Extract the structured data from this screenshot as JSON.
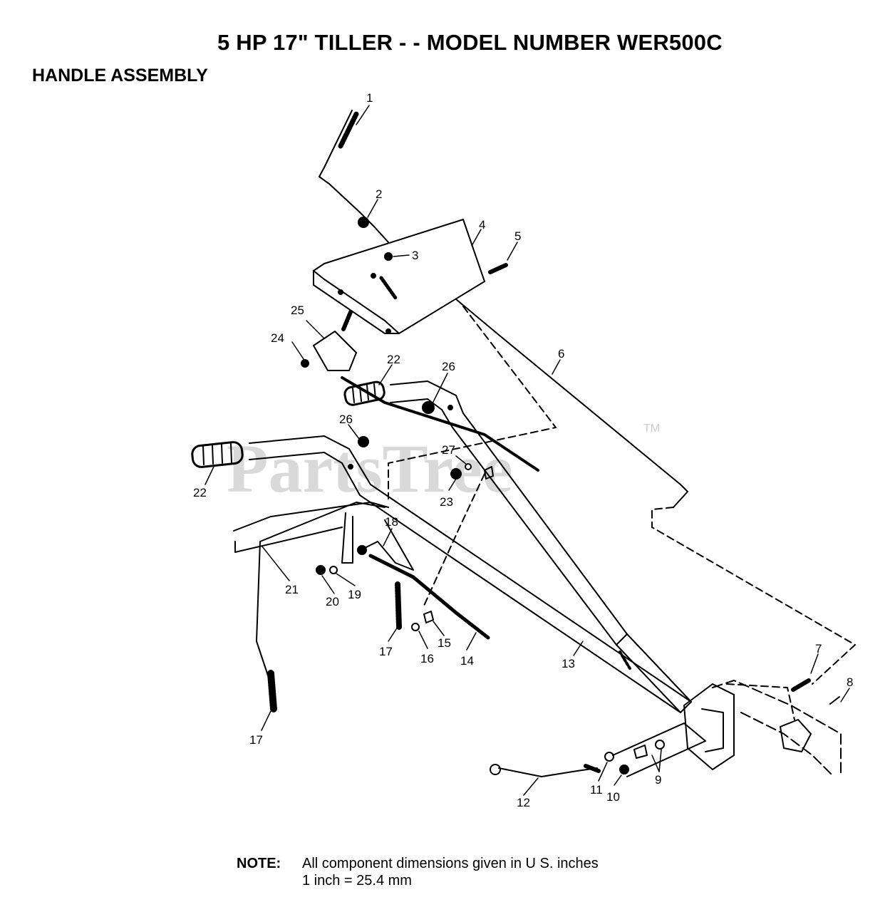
{
  "header": {
    "title": "5 HP 17\" TILLER - - MODEL NUMBER WER500C",
    "section": "HANDLE ASSEMBLY"
  },
  "watermark": {
    "text": "PartsTree",
    "tm": "TM"
  },
  "callouts": [
    {
      "id": "c1",
      "label": "1"
    },
    {
      "id": "c2",
      "label": "2"
    },
    {
      "id": "c3",
      "label": "3"
    },
    {
      "id": "c4",
      "label": "4"
    },
    {
      "id": "c5",
      "label": "5"
    },
    {
      "id": "c6",
      "label": "6"
    },
    {
      "id": "c7",
      "label": "7"
    },
    {
      "id": "c8",
      "label": "8"
    },
    {
      "id": "c9",
      "label": "9"
    },
    {
      "id": "c10",
      "label": "10"
    },
    {
      "id": "c11",
      "label": "11"
    },
    {
      "id": "c12",
      "label": "12"
    },
    {
      "id": "c13",
      "label": "13"
    },
    {
      "id": "c14",
      "label": "14"
    },
    {
      "id": "c15",
      "label": "15"
    },
    {
      "id": "c16",
      "label": "16"
    },
    {
      "id": "c17a",
      "label": "17"
    },
    {
      "id": "c17b",
      "label": "17"
    },
    {
      "id": "c18",
      "label": "18"
    },
    {
      "id": "c19",
      "label": "19"
    },
    {
      "id": "c20",
      "label": "20"
    },
    {
      "id": "c21",
      "label": "21"
    },
    {
      "id": "c22a",
      "label": "22"
    },
    {
      "id": "c22b",
      "label": "22"
    },
    {
      "id": "c23",
      "label": "23"
    },
    {
      "id": "c24",
      "label": "24"
    },
    {
      "id": "c25",
      "label": "25"
    },
    {
      "id": "c26a",
      "label": "26"
    },
    {
      "id": "c26b",
      "label": "26"
    },
    {
      "id": "c27",
      "label": "27"
    }
  ],
  "note": {
    "label": "NOTE:",
    "line1": "All component dimensions given in U S. inches",
    "line2": "1 inch = 25.4 mm"
  }
}
